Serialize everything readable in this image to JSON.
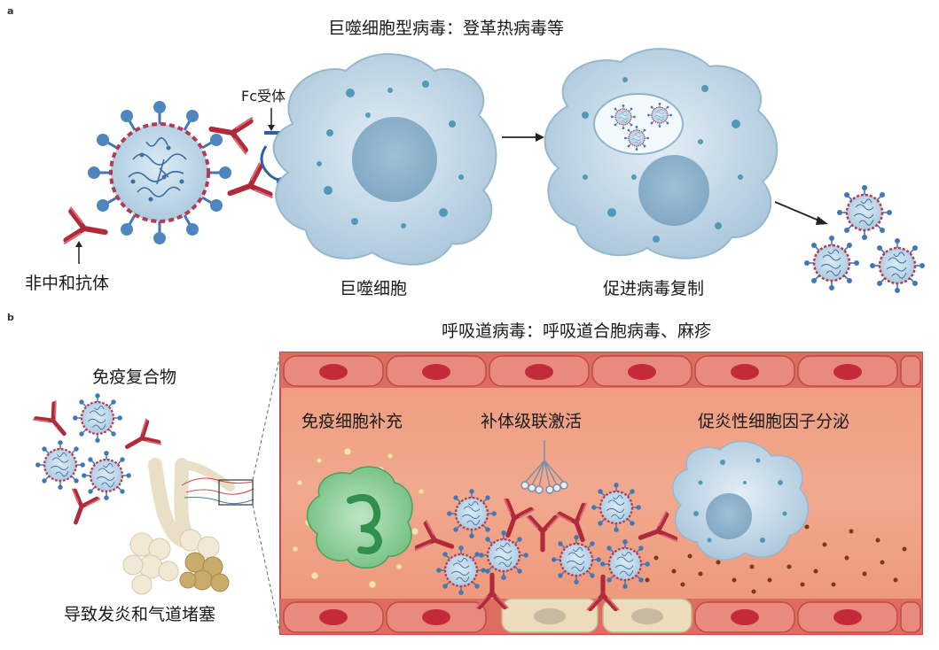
{
  "panels": {
    "a": {
      "letter": "a",
      "title": "巨噬细胞型病毒：登革热病毒等",
      "fc_receptor": "Fc受体",
      "non_neutralizing_antibody": "非中和抗体",
      "macrophage": "巨噬细胞",
      "enhanced_replication": "促进病毒复制"
    },
    "b": {
      "letter": "b",
      "title": "呼吸道病毒：呼吸道合胞病毒、麻疹",
      "immune_complex": "免疫复合物",
      "inflammation_obstruction": "导致发炎和气道堵塞",
      "immune_cell_recruitment": "免疫细胞补充",
      "complement_activation": "补体级联激活",
      "cytokine_secretion": "促炎性细胞因子分泌"
    }
  },
  "colors": {
    "virus_fill": "#b9d3e6",
    "virus_spike": "#3f78b5",
    "virus_inner": "#c43d5a",
    "antibody": "#b02a3a",
    "macrophage": "#c7dbe7",
    "vessel": "#e9866b",
    "vessel_wall": "#c94a44",
    "immune_cell": "#7cc48a",
    "lung": "#efe6cf"
  }
}
